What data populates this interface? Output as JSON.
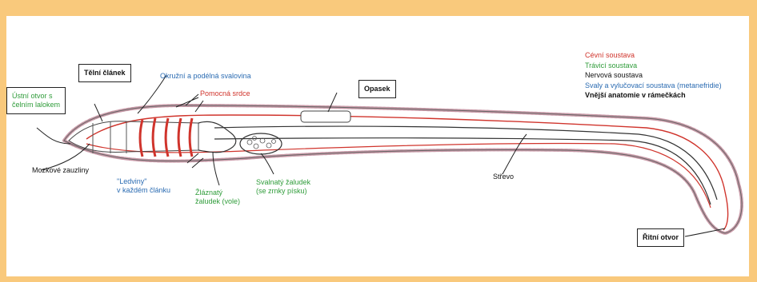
{
  "colors": {
    "frame": "#f9c97c",
    "circulatory": "#d0342c",
    "digestive": "#2f9c3a",
    "nervous": "#111111",
    "muscles_excretory": "#2a6bb2",
    "external_anatomy": "#111111"
  },
  "legend": [
    {
      "key": "circulatory",
      "text": "Cévní soustava"
    },
    {
      "key": "digestive",
      "text": "Trávicí soustava"
    },
    {
      "key": "nervous",
      "text": "Nervová soustava"
    },
    {
      "key": "muscles_excretory",
      "text": "Svaly a vylučovací soustava (metanefridie)"
    },
    {
      "key": "external_anatomy",
      "text": "Vnější anatomie v rámečkách"
    }
  ],
  "boxes": {
    "mouth": [
      "Ústní otvor s",
      "čelním lalokem"
    ],
    "segment": "Tělní článek",
    "clitellum": "Opasek",
    "anus": "Řitní otvor"
  },
  "labels": {
    "muscles": "Okružní a podélná svalovina",
    "hearts": "Pomocná srdce",
    "ganglia": "Mozkové zauzliny",
    "kidneys": [
      "\"Ledviny\"",
      "v každém článku"
    ],
    "crop": [
      "Žláznatý",
      "žaludek (vole)"
    ],
    "gizzard": [
      "Svalnatý žaludek",
      "(se zrnky písku)"
    ],
    "intestine": "Střevo"
  }
}
